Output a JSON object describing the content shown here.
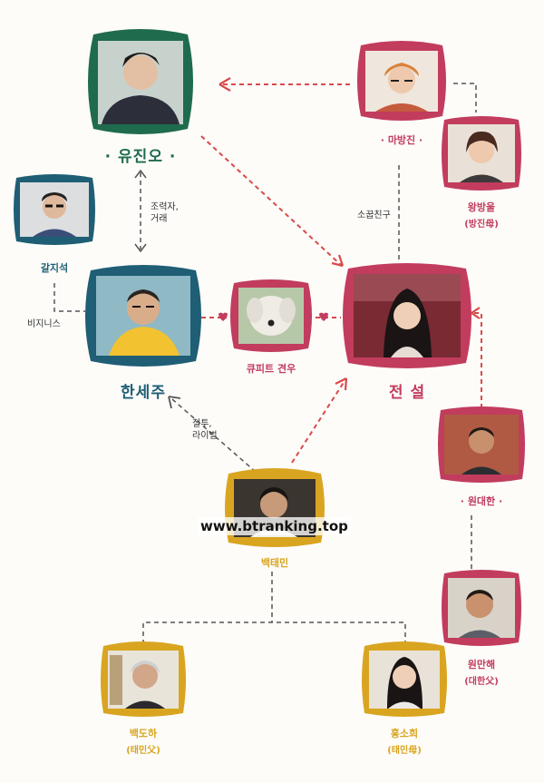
{
  "colors": {
    "green": "#1f6b4e",
    "rose": "#c23c5e",
    "teal": "#1f5e74",
    "gold": "#d9a521",
    "line_gray": "#555555",
    "arrow_red": "#d94a4a"
  },
  "characters": {
    "yujino": {
      "name": "· 유진오 ·"
    },
    "mabangjin": {
      "name": "· 마방진 ·"
    },
    "wangbangwool": {
      "name": "왕방울",
      "note": "(방진母)"
    },
    "galjiseok": {
      "name": "갈지석"
    },
    "hansaeju": {
      "name": "한세주"
    },
    "dog": {
      "name": "큐피트 견우"
    },
    "jeonseol": {
      "name": "전 설"
    },
    "wondaehan": {
      "name": "· 원대한 ·"
    },
    "baektaemin": {
      "name": "백태민"
    },
    "wonmanhae": {
      "name": "원만해",
      "note": "(대한父)"
    },
    "baekdoha": {
      "name": "백도하",
      "note": "(태민父)"
    },
    "hongsohui": {
      "name": "홍소희",
      "note": "(태민母)"
    }
  },
  "relations": {
    "helper": [
      "조력자,",
      "거래"
    ],
    "childhood_friend": "소꿉친구",
    "business": "비지니스",
    "rival": [
      "질투,",
      "라이벌"
    ]
  },
  "watermark": "www.btranking.top"
}
